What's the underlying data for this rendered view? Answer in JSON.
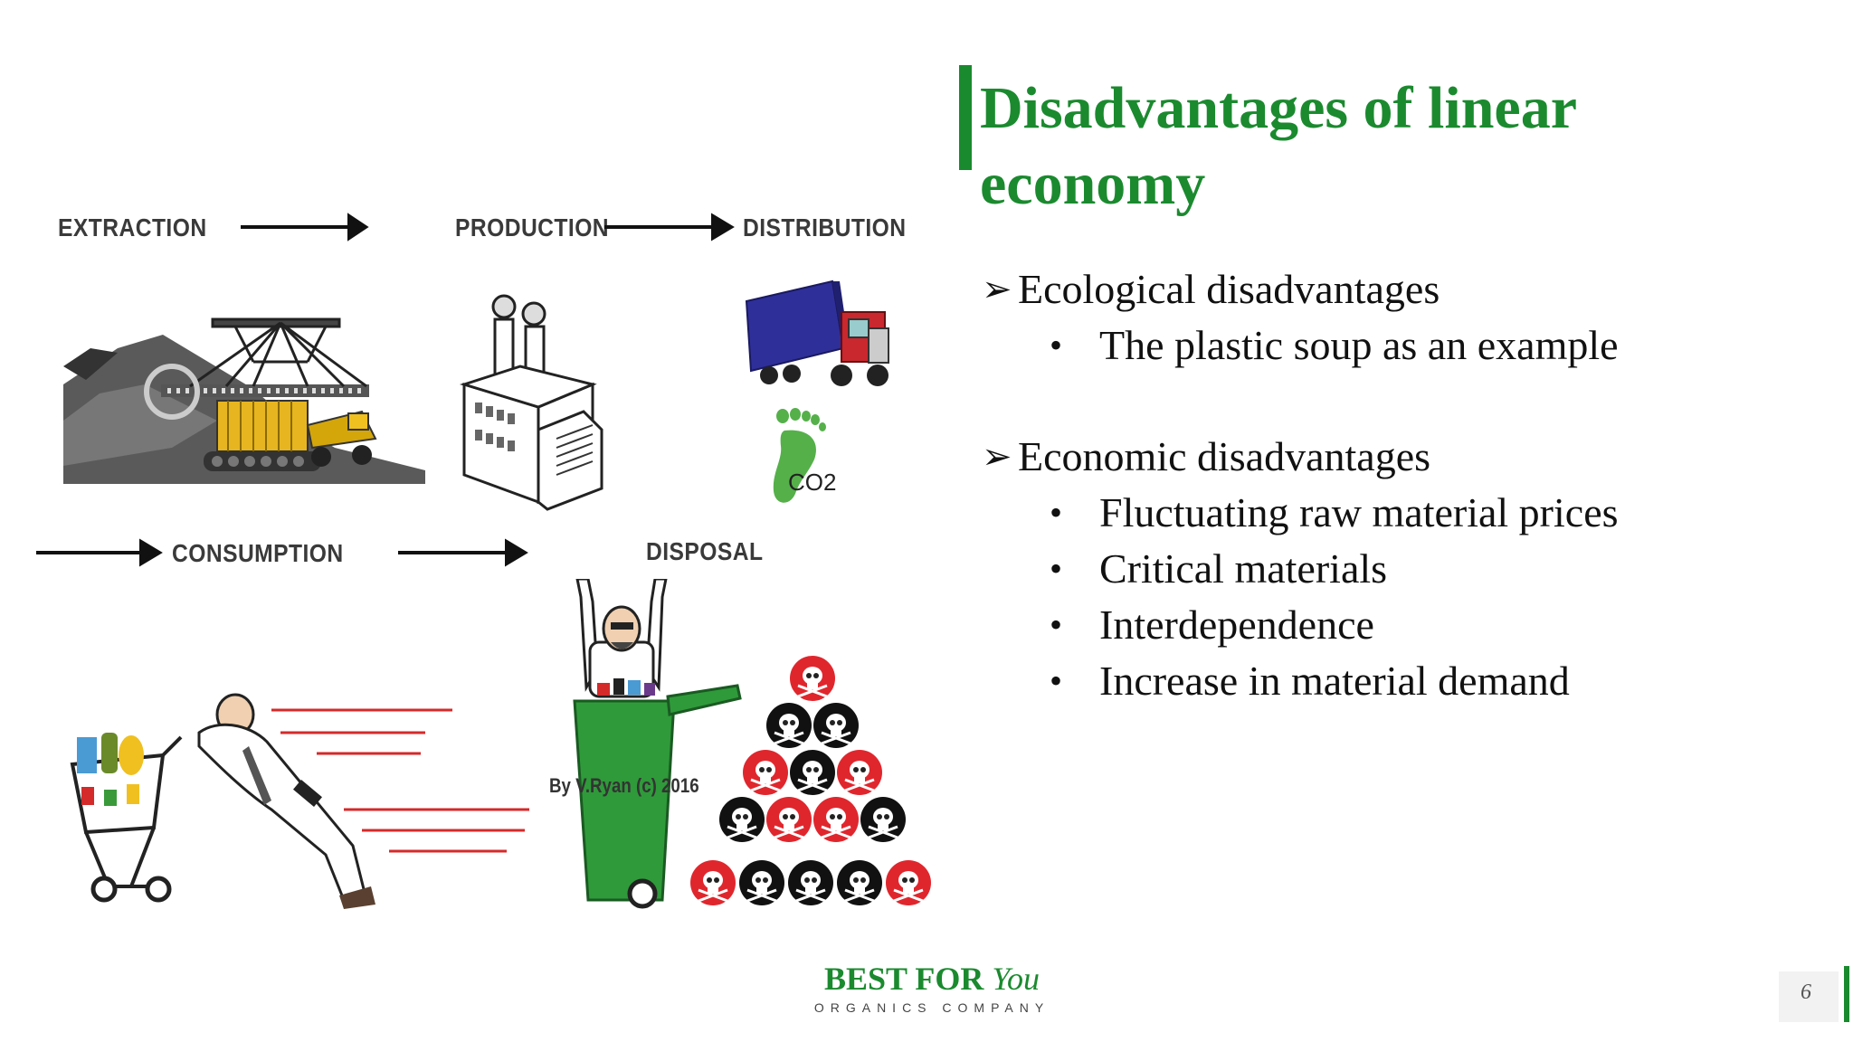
{
  "slide": {
    "title": "Disadvantages of linear economy",
    "accent_color": "#1b8a2f",
    "page_number": "6"
  },
  "illustration": {
    "stages": {
      "extraction": "EXTRACTION",
      "production": "PRODUCTION",
      "distribution": "DISTRIBUTION",
      "consumption": "CONSUMPTION",
      "disposal": "DISPOSAL"
    },
    "co2_label": "CO2",
    "credit": "By V.Ryan (c) 2016",
    "icons": [
      "mining-excavator-icon",
      "dump-truck-icon",
      "factory-icon",
      "lorry-icon",
      "co2-footprint-icon",
      "shopping-cart-icon",
      "wheelie-bin-icon",
      "skull-pyramid-icon"
    ]
  },
  "content": {
    "sections": [
      {
        "heading": "Ecological disadvantages",
        "items": [
          "The plastic soup as an example"
        ]
      },
      {
        "heading": "Economic disadvantages",
        "items": [
          "Fluctuating raw material prices",
          "Critical materials",
          "Interdependence",
          "Increase in material demand"
        ]
      }
    ]
  },
  "footer": {
    "logo_main": "BEST FOR",
    "logo_script": "You",
    "logo_sub": "ORGANICS COMPANY"
  }
}
